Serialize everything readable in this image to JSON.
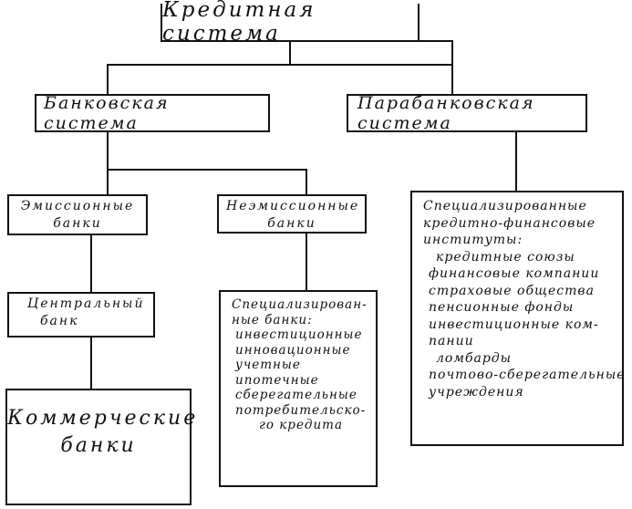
{
  "root": "Кредитная система",
  "bank_system": "Банковская система",
  "parabank_system": "Парабанковская система",
  "emission_banks": [
    "Эмиссионные",
    "банки"
  ],
  "nonemission_banks": [
    "Неэмиссионные",
    "банки"
  ],
  "central_bank": [
    "Центральный",
    "банк"
  ],
  "commercial_banks": [
    "Коммерческие",
    "банки"
  ],
  "specialized_banks": [
    "Специализирован-",
    "ные банки:",
    "инвестиционные",
    "инновационные",
    "учетные",
    "ипотечные",
    "сберегательные",
    "потребительско-",
    "го кредита"
  ],
  "specialized_institutes": [
    "Специализированные",
    "кредитно-финансовые",
    "институты:",
    "кредитные союзы",
    "финансовые компании",
    "страховые общества",
    "пенсионные фонды",
    "инвестиционные ком-",
    "пании",
    "ломбарды",
    "почтово-сберегательные",
    "учреждения"
  ]
}
